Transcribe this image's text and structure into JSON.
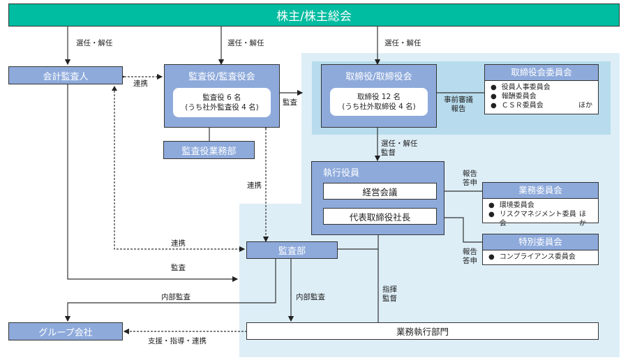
{
  "title": "株主/株主総会",
  "colors": {
    "shareholders_bar": "#00bca0",
    "node_fill": "#8eaadb",
    "region_outer": "#ddeef7",
    "region_inner": "#b8dced",
    "line": "#333333"
  },
  "nodes": {
    "accounting_auditor": "会計監査人",
    "audit_board": {
      "title": "監査役/監査役会",
      "members_line1": "監査役 6 名",
      "members_line2": "(うち社外監査役 4 名)"
    },
    "audit_staff": "監査役業務部",
    "board": {
      "title": "取締役/取締役会",
      "members_line1": "取締役 12 名",
      "members_line2": "(うち社外取締役 4 名)"
    },
    "board_committees": {
      "title": "取締役会委員会",
      "items": [
        "役員人事委員会",
        "報酬委員会",
        "ＣＳＲ委員会"
      ],
      "tail": "ほか"
    },
    "executive_officers": {
      "title": "執行役員",
      "management_meeting": "経営会議",
      "president": "代表取締役社長"
    },
    "business_committees": {
      "title": "業務委員会",
      "items": [
        "環境委員会",
        "リスクマネジメント委員会"
      ],
      "tail": "ほか"
    },
    "special_committees": {
      "title": "特別委員会",
      "items": [
        "コンプライアンス委員会"
      ]
    },
    "internal_audit": "監査部",
    "business_divisions": "業務執行部門",
    "group_companies": "グループ会社"
  },
  "edge_labels": {
    "elect_dismiss_1": "選任・解任",
    "elect_dismiss_2": "選任・解任",
    "elect_dismiss_3": "選任・解任",
    "coop_auditor": "連携",
    "audit_board_to_board": "監査",
    "prior_review": "事前審議",
    "report": "報告",
    "elect_dismiss_exec": "選任・解任",
    "supervise": "監督",
    "report_a": "報告",
    "reply_a": "答申",
    "report_b": "報告",
    "reply_b": "答申",
    "coop_vertical": "連携",
    "coop_internal": "連携",
    "audit_accounting": "監査",
    "internal_audit_group": "内部監査",
    "internal_audit_div": "内部監査",
    "command": "指揮",
    "supervise2": "監督",
    "support": "支援・指導・連携"
  }
}
